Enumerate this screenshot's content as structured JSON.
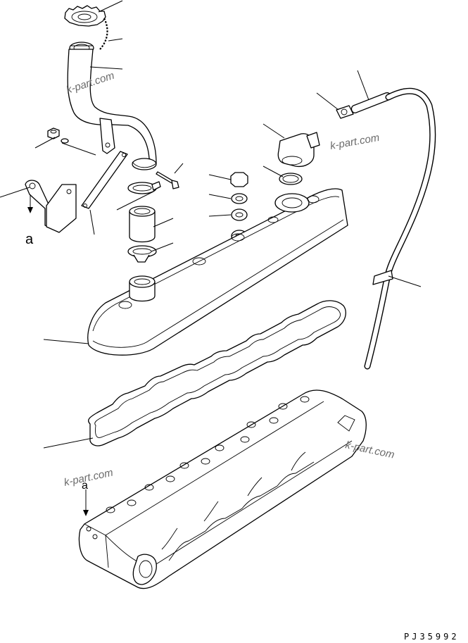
{
  "diagram": {
    "watermark": "k-part.com",
    "view_label": "a",
    "drawing_code": "PJ35992"
  }
}
